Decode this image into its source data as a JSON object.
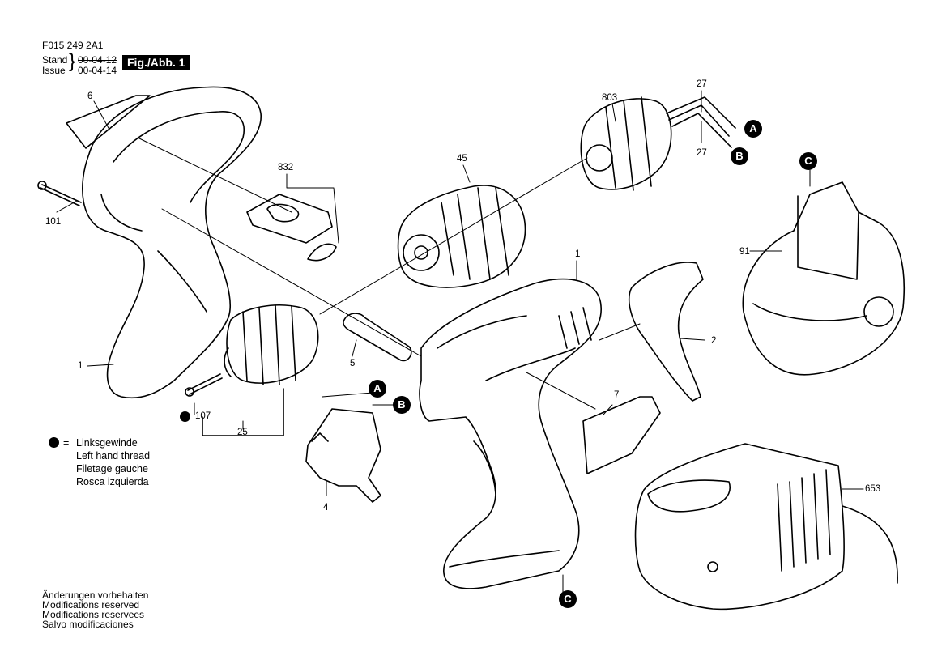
{
  "doc": {
    "code": "F015 249 2A1",
    "stand_label": "Stand",
    "issue_label": "Issue",
    "stand_date": "00-04-12",
    "issue_date": "00-04-14",
    "figure": "Fig./Abb. 1"
  },
  "parts": {
    "p6": "6",
    "p101": "101",
    "p832": "832",
    "p45": "45",
    "p803": "803",
    "p27a": "27",
    "p27b": "27",
    "p1_left": "1",
    "p1_main": "1",
    "p107": "107",
    "p25": "25",
    "p5": "5",
    "p4": "4",
    "p2": "2",
    "p7": "7",
    "p91": "91",
    "p653": "653"
  },
  "connectors": {
    "A": "A",
    "B": "B",
    "C": "C"
  },
  "legend": {
    "symbol": "=",
    "lines": [
      "Linksgewinde",
      "Left hand thread",
      "Filetage gauche",
      "Rosca izquierda"
    ]
  },
  "footer": {
    "lines": [
      "Änderungen vorbehalten",
      "Modifications reserved",
      "Modifications reservees",
      "Salvo modificaciones"
    ]
  }
}
